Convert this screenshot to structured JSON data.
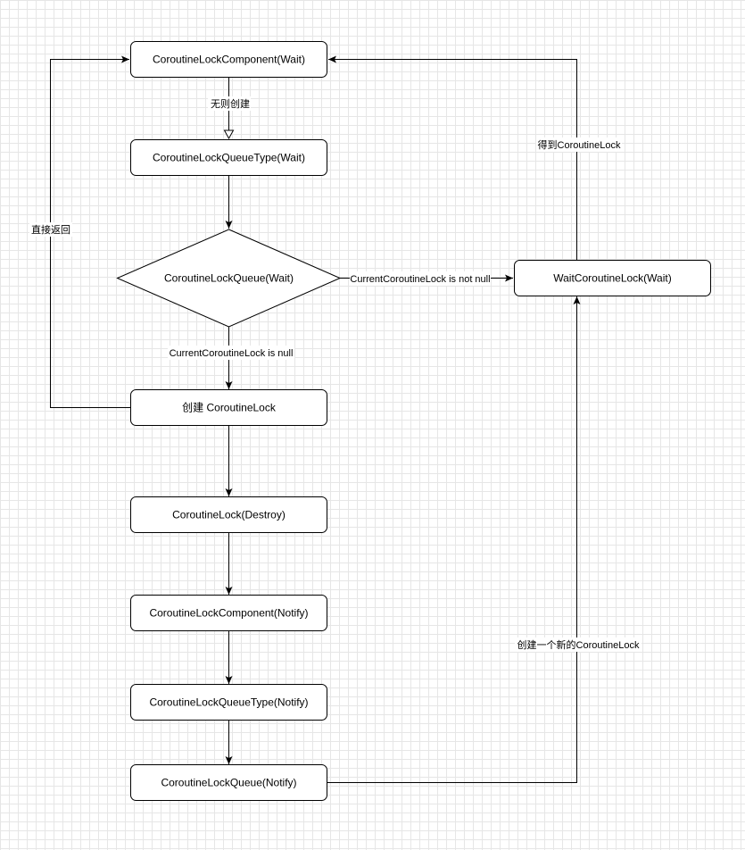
{
  "nodes": {
    "lock_component_wait": "CoroutineLockComponent(Wait)",
    "queue_type_wait": "CoroutineLockQueueType(Wait)",
    "queue_wait": "CoroutineLockQueue(Wait)",
    "create_lock": "创建 CoroutineLock",
    "lock_destroy": "CoroutineLock(Destroy)",
    "lock_component_notify": "CoroutineLockComponent(Notify)",
    "queue_type_notify": "CoroutineLockQueueType(Notify)",
    "queue_notify": "CoroutineLockQueue(Notify)",
    "wait_lock": "WaitCoroutineLock(Wait)"
  },
  "edges": {
    "create_if_missing": "无则创建",
    "return_directly": "直接返回",
    "current_not_null": "CurrentCoroutineLock is not null",
    "current_null": "CurrentCoroutineLock is null",
    "got_lock": "得到CoroutineLock",
    "create_new_lock": "创建一个新的CoroutineLock"
  }
}
